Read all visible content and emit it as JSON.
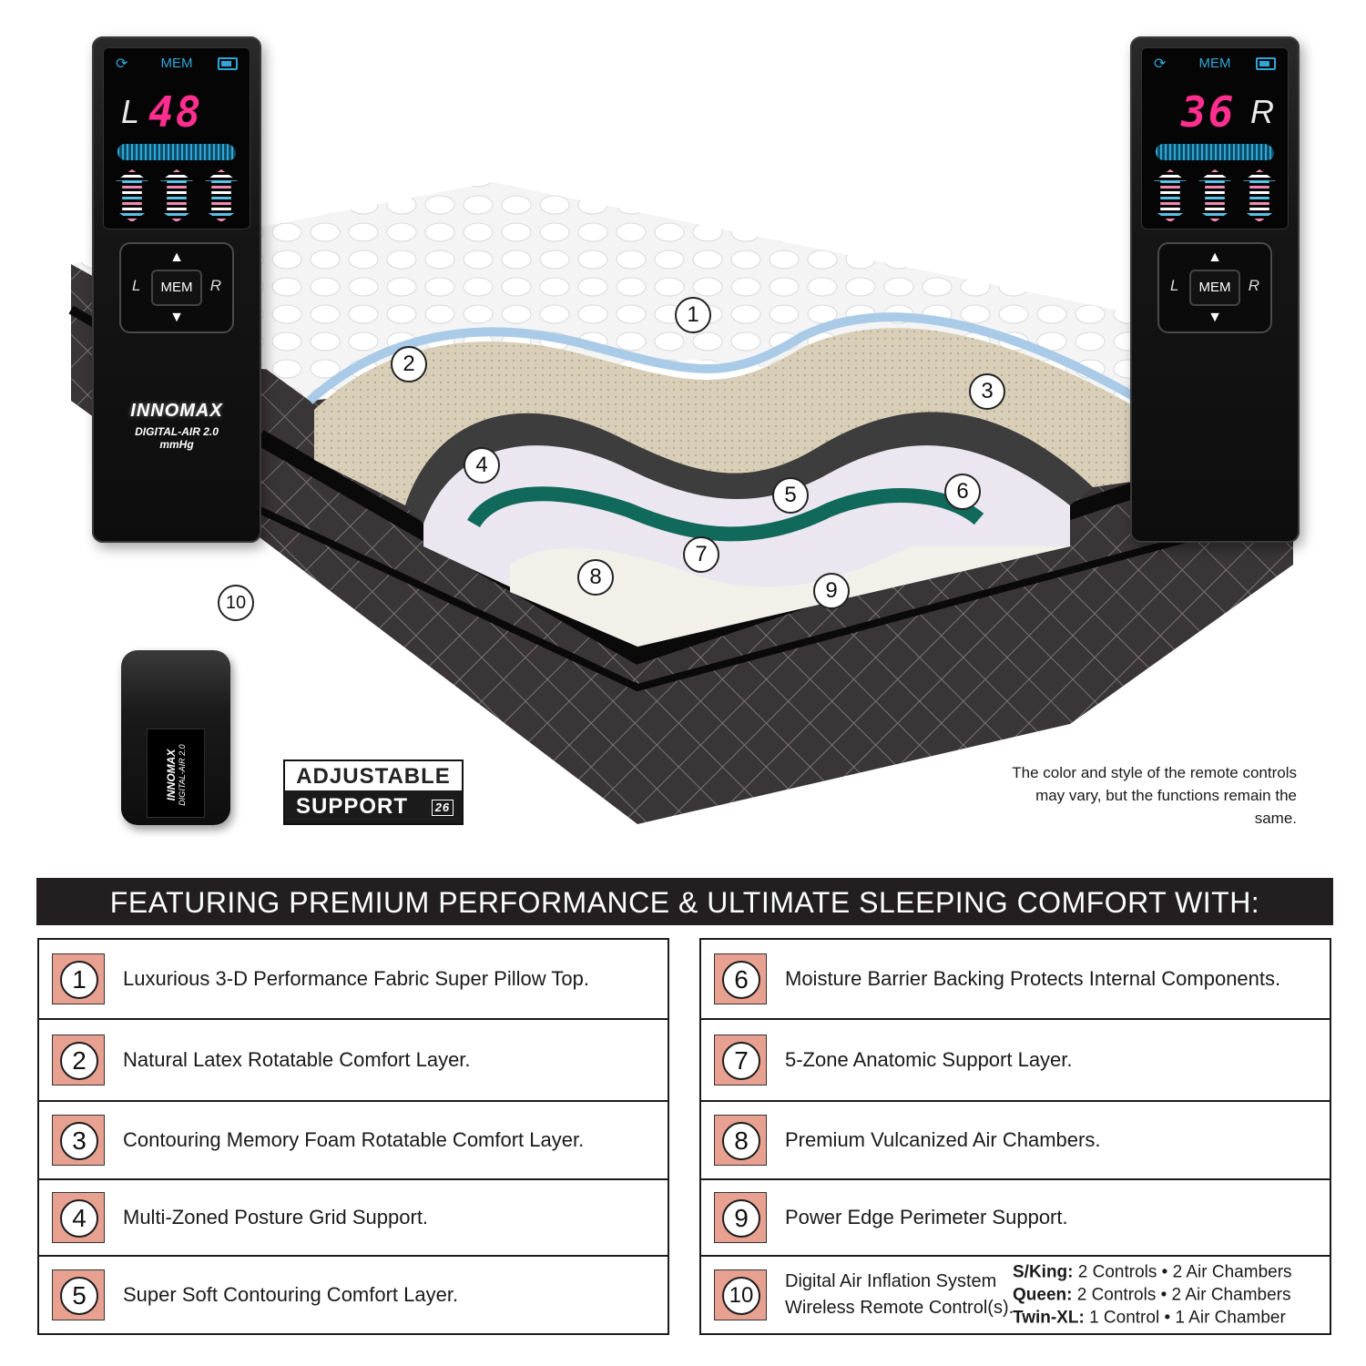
{
  "remote_left": {
    "mem": "MEM",
    "side": "L",
    "reading": "48",
    "button_left": "L",
    "button_mem": "MEM",
    "button_right": "R",
    "brand": "INNOMAX",
    "model": "DIGITAL-AIR 2.0",
    "unit": "mmHg"
  },
  "remote_right": {
    "mem": "MEM",
    "reading": "36",
    "side": "R",
    "button_left": "L",
    "button_mem": "MEM",
    "button_right": "R"
  },
  "mini_remote": {
    "brand": "INNOMAX",
    "model": "DIGITAL-AIR 2.0"
  },
  "callouts": [
    "1",
    "2",
    "3",
    "4",
    "5",
    "6",
    "7",
    "8",
    "9",
    "10"
  ],
  "badge": {
    "line1": "ADJUSTABLE",
    "line2": "SUPPORT",
    "code": "26"
  },
  "disclaimer": "The color and style of the remote controls may vary, but the functions remain the same.",
  "banner": "FEATURING PREMIUM PERFORMANCE & ULTIMATE SLEEPING COMFORT WITH:",
  "features_left": [
    {
      "num": "1",
      "text": "Luxurious 3-D Performance Fabric Super Pillow Top."
    },
    {
      "num": "2",
      "text": "Natural Latex Rotatable Comfort Layer."
    },
    {
      "num": "3",
      "text": "Contouring Memory Foam Rotatable Comfort Layer."
    },
    {
      "num": "4",
      "text": "Multi-Zoned Posture Grid Support."
    },
    {
      "num": "5",
      "text": "Super Soft Contouring Comfort Layer."
    }
  ],
  "features_right": [
    {
      "num": "6",
      "text": "Moisture Barrier Backing Protects Internal Components."
    },
    {
      "num": "7",
      "text": "5-Zone Anatomic Support Layer."
    },
    {
      "num": "8",
      "text": "Premium Vulcanized Air Chambers."
    },
    {
      "num": "9",
      "text": "Power Edge Perimeter Support."
    }
  ],
  "feature_10": {
    "num": "10",
    "line1": "Digital Air Inflation System",
    "line2": "Wireless Remote Control(s).",
    "sizes": [
      {
        "label": "S/King:",
        "detail": "2 Controls • 2 Air Chambers"
      },
      {
        "label": "Queen:",
        "detail": "2 Controls • 2 Air Chambers"
      },
      {
        "label": "Twin-XL:",
        "detail": "1 Control • 1 Air Chamber"
      }
    ]
  },
  "colors": {
    "number_box": "#e8a190",
    "banner_bg": "#231f20",
    "display_reading": "#ff2e8f",
    "display_accent": "#2fa6d9"
  }
}
